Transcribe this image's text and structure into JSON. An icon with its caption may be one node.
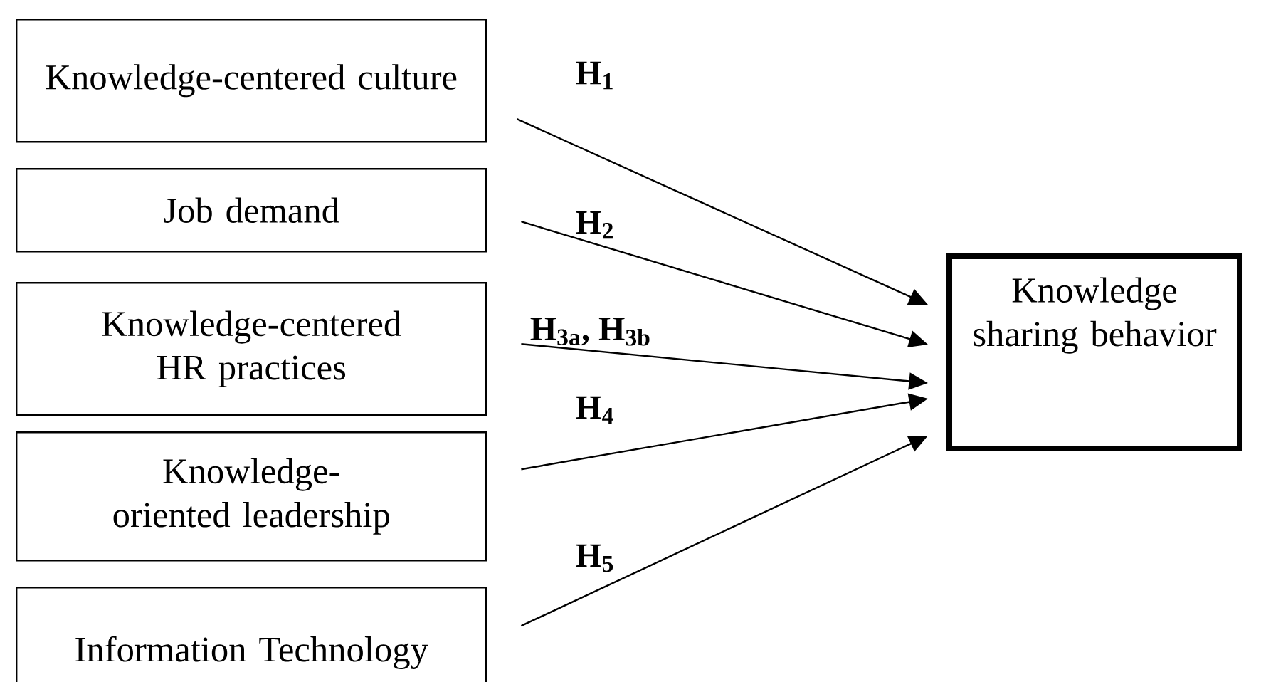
{
  "diagram": {
    "nodes": [
      {
        "text": [
          "Knowledge-centered culture"
        ]
      },
      {
        "text": [
          "Job demand"
        ]
      },
      {
        "text": [
          "Knowledge-centered HR practices"
        ]
      },
      {
        "text": [
          "Knowledge-oriented leadership"
        ]
      },
      {
        "text": [
          "Information Technology"
        ]
      },
      {
        "text": [
          "Knowledge sharing behavior"
        ]
      }
    ],
    "edges": [
      {
        "from": 0,
        "to": 5,
        "arrow": "to",
        "label": "H$_{1}$"
      },
      {
        "from": 1,
        "to": 5,
        "arrow": "to",
        "label": "H$_{2}$"
      },
      {
        "from": 2,
        "to": 5,
        "arrow": "to",
        "label": "H$_{3a}$, H$_{3b}$"
      },
      {
        "from": 3,
        "to": 5,
        "arrow": "to",
        "label": "H$_{4}$"
      },
      {
        "from": 4,
        "to": 5,
        "arrow": "to",
        "label": "H$_{5}$"
      }
    ]
  }
}
